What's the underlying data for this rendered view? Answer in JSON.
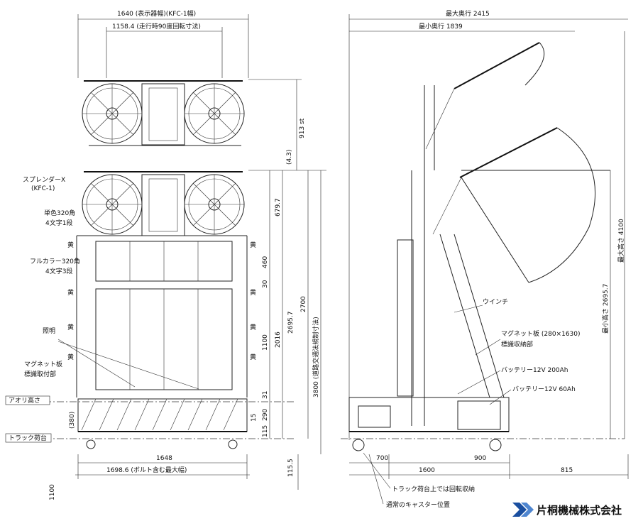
{
  "front_view": {
    "dim_top_width": "1640 (表示器幅)(KFC-1幅)",
    "dim_rot_width": "1158.4 (走行時90度回転寸法)",
    "dim_913": "913 st",
    "dim_4_3": "(4.3)",
    "dim_679_7": "679.7",
    "dim_460": "460",
    "dim_30": "30",
    "dim_1100": "1100",
    "dim_31": "31",
    "dim_290": "290",
    "dim_15": "15",
    "dim_115": "115",
    "dim_380": "(380)",
    "dim_2695_7": "2695.7",
    "dim_2016": "2016",
    "dim_2700": "2700",
    "dim_3800": "3800 (道路交通法規制寸法)",
    "dim_1648": "1648",
    "dim_1698_6": "1698.6 (ボルト含む最大幅)",
    "dim_115_5": "115.5",
    "dim_1100_bottom": "1100",
    "label_spreader": "スプレンダーX",
    "label_spreader_model": "(KFC-1)",
    "label_single": "単色320角",
    "label_single_sub": "4文字1段",
    "label_full": "フルカラー320角",
    "label_full_sub": "4文字3段",
    "label_light": "照明",
    "label_magnet": "マグネット板",
    "label_magnet_sub": "標識取付部",
    "label_yellow": "黄",
    "label_aori": "アオリ高さ",
    "label_truck": "トラック荷台"
  },
  "side_view": {
    "dim_max_depth": "最大奥行 2415",
    "dim_min_depth": "最小奥行 1839",
    "dim_700": "700",
    "dim_900": "900",
    "dim_1600": "1600",
    "dim_815": "815",
    "dim_max_height": "最大高さ 4100",
    "dim_min_height": "最小高さ 2695.7",
    "label_winch": "ウインチ",
    "label_magnet_storage": "マグネット板 (280×1630)",
    "label_magnet_storage_sub": "標識収納部",
    "label_battery_200": "バッテリー12V 200Ah",
    "label_battery_60": "バッテリー12V 60Ah",
    "label_rotate": "トラック荷台上では回転収納",
    "label_caster": "通常のキャスター位置"
  },
  "company": {
    "name": "片桐機械株式会社",
    "logo_color": "#1a4fa0"
  }
}
